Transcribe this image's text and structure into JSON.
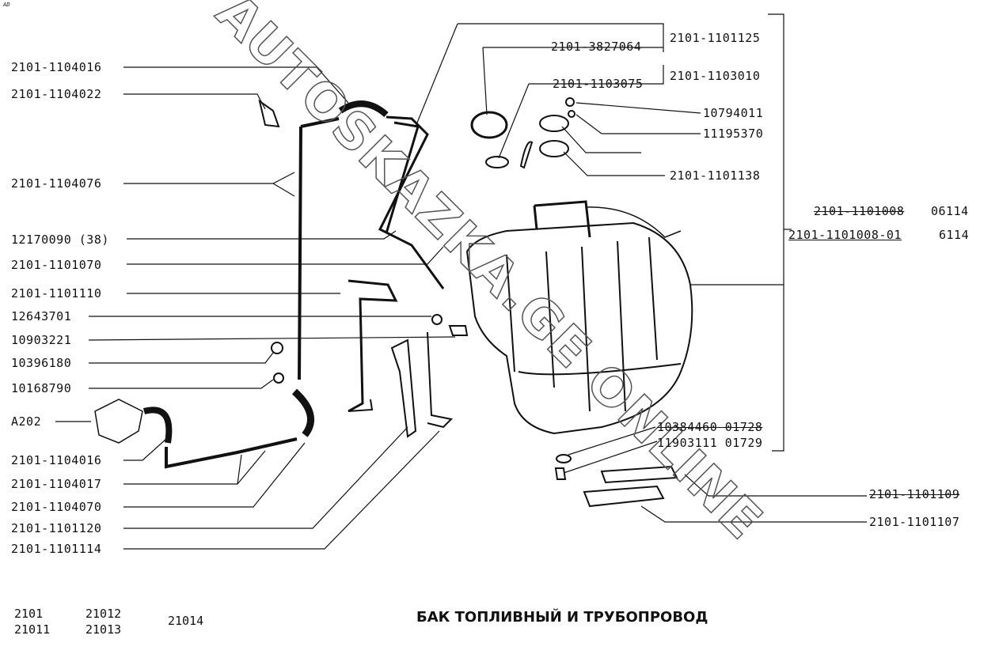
{
  "corner_mark": "AD",
  "title": "БАК ТОПЛИВНЫЙ И ТРУБОПРОВОД",
  "watermark": "AUTOSKAZKA.GE ONLINE",
  "models": [
    "2101",
    "21011",
    "21012",
    "21013",
    "21014"
  ],
  "left_labels": [
    "2101-1104016",
    "2101-1104022",
    "2101-1104076",
    "12170090 (38)",
    "2101-1101070",
    "2101-1101110",
    "12643701",
    "10903221",
    "10396180",
    "10168790",
    "A202",
    "2101-1104016",
    "2101-1104017",
    "2101-1104070",
    "2101-1101120",
    "2101-1101114"
  ],
  "right_labels": {
    "r1": "2101-3827064",
    "r2": "2101-1103075",
    "r3": "10794011",
    "r4": "11195370",
    "r5": "2101-1101138",
    "r6": "10384460 01728",
    "r7": "11903111 01729",
    "r8": "2101-1101109",
    "r9": "2101-1101107"
  },
  "group_labels": {
    "g1": "2101-1101125",
    "g2": "2101-1103010"
  },
  "assembly": {
    "old_number": "2101-1101008",
    "old_qty": "06114",
    "new_number": "2101-1101008-01",
    "new_qty": "6114"
  }
}
